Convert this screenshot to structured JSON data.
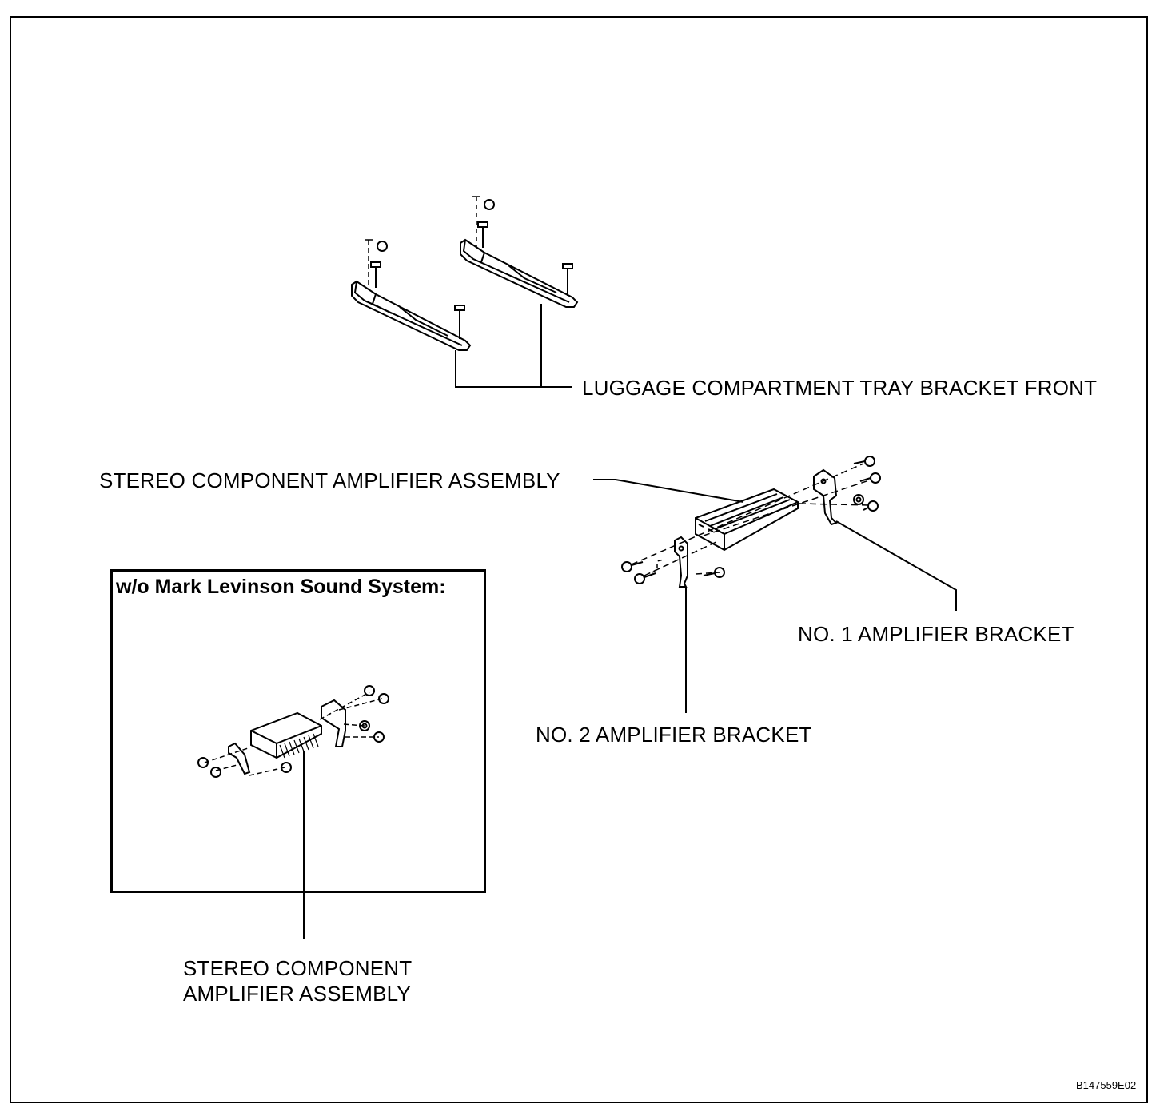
{
  "labels": {
    "tray_bracket": "LUGGAGE COMPARTMENT TRAY BRACKET FRONT",
    "amp_assembly": "STEREO COMPONENT AMPLIFIER ASSEMBLY",
    "no1_bracket": "NO. 1 AMPLIFIER BRACKET",
    "no2_bracket": "NO. 2 AMPLIFIER BRACKET"
  },
  "inset": {
    "title": "w/o Mark Levinson Sound System:",
    "label_line1": "STEREO COMPONENT",
    "label_line2": "AMPLIFIER ASSEMBLY"
  },
  "figure_id": "B147559E02"
}
